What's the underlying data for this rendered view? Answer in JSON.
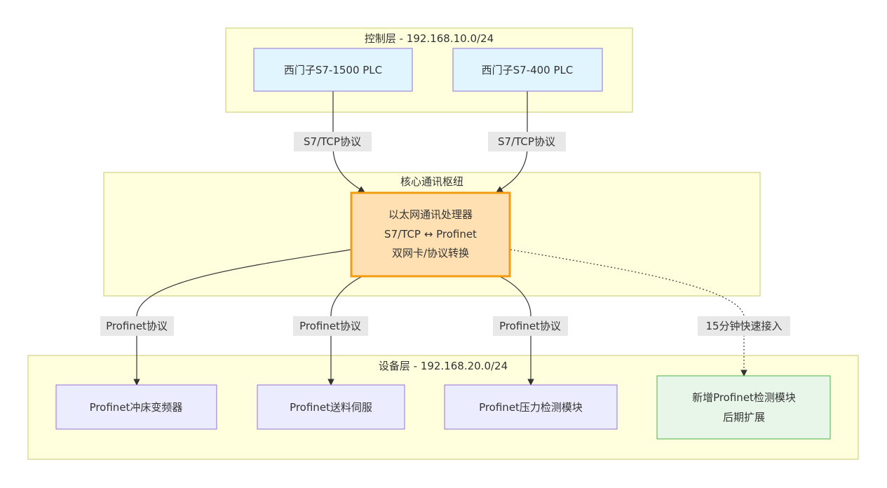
{
  "clusters": {
    "control": {
      "label": "控制层 - 192.168.10.0/24"
    },
    "hub": {
      "label": "核心通讯枢纽"
    },
    "device": {
      "label": "设备层 - 192.168.20.0/24"
    }
  },
  "nodes": {
    "plc1500": {
      "lines": [
        "西门子S7-1500 PLC"
      ]
    },
    "plc400": {
      "lines": [
        "西门子S7-400 PLC"
      ]
    },
    "gateway": {
      "lines": [
        "以太网通讯处理器",
        "S7/TCP ↔ Profinet",
        "双网卡/协议转换"
      ]
    },
    "press": {
      "lines": [
        "Profinet冲床变频器"
      ]
    },
    "servo": {
      "lines": [
        "Profinet送料伺服"
      ]
    },
    "pressure": {
      "lines": [
        "Profinet压力检测模块"
      ]
    },
    "future": {
      "lines": [
        "新增Profinet检测模块",
        "后期扩展"
      ]
    }
  },
  "edges": {
    "e1": {
      "label": "S7/TCP协议"
    },
    "e2": {
      "label": "S7/TCP协议"
    },
    "e3": {
      "label": "Profinet协议"
    },
    "e4": {
      "label": "Profinet协议"
    },
    "e5": {
      "label": "Profinet协议"
    },
    "e6": {
      "label": "15分钟快速接入"
    }
  },
  "colors": {
    "cluster_fill": "#ffffde",
    "cluster_stroke": "#c8c86e",
    "plc_fill": "#e1f5fe",
    "gateway_fill": "#ffe0b2",
    "gateway_stroke": "#f39c12",
    "device_fill": "#ececff",
    "device_stroke": "#9370db",
    "future_fill": "#e8f5e9",
    "future_stroke": "#4caf50",
    "edge_stroke": "#333333",
    "edge_label_bg": "#e8e8e8"
  }
}
